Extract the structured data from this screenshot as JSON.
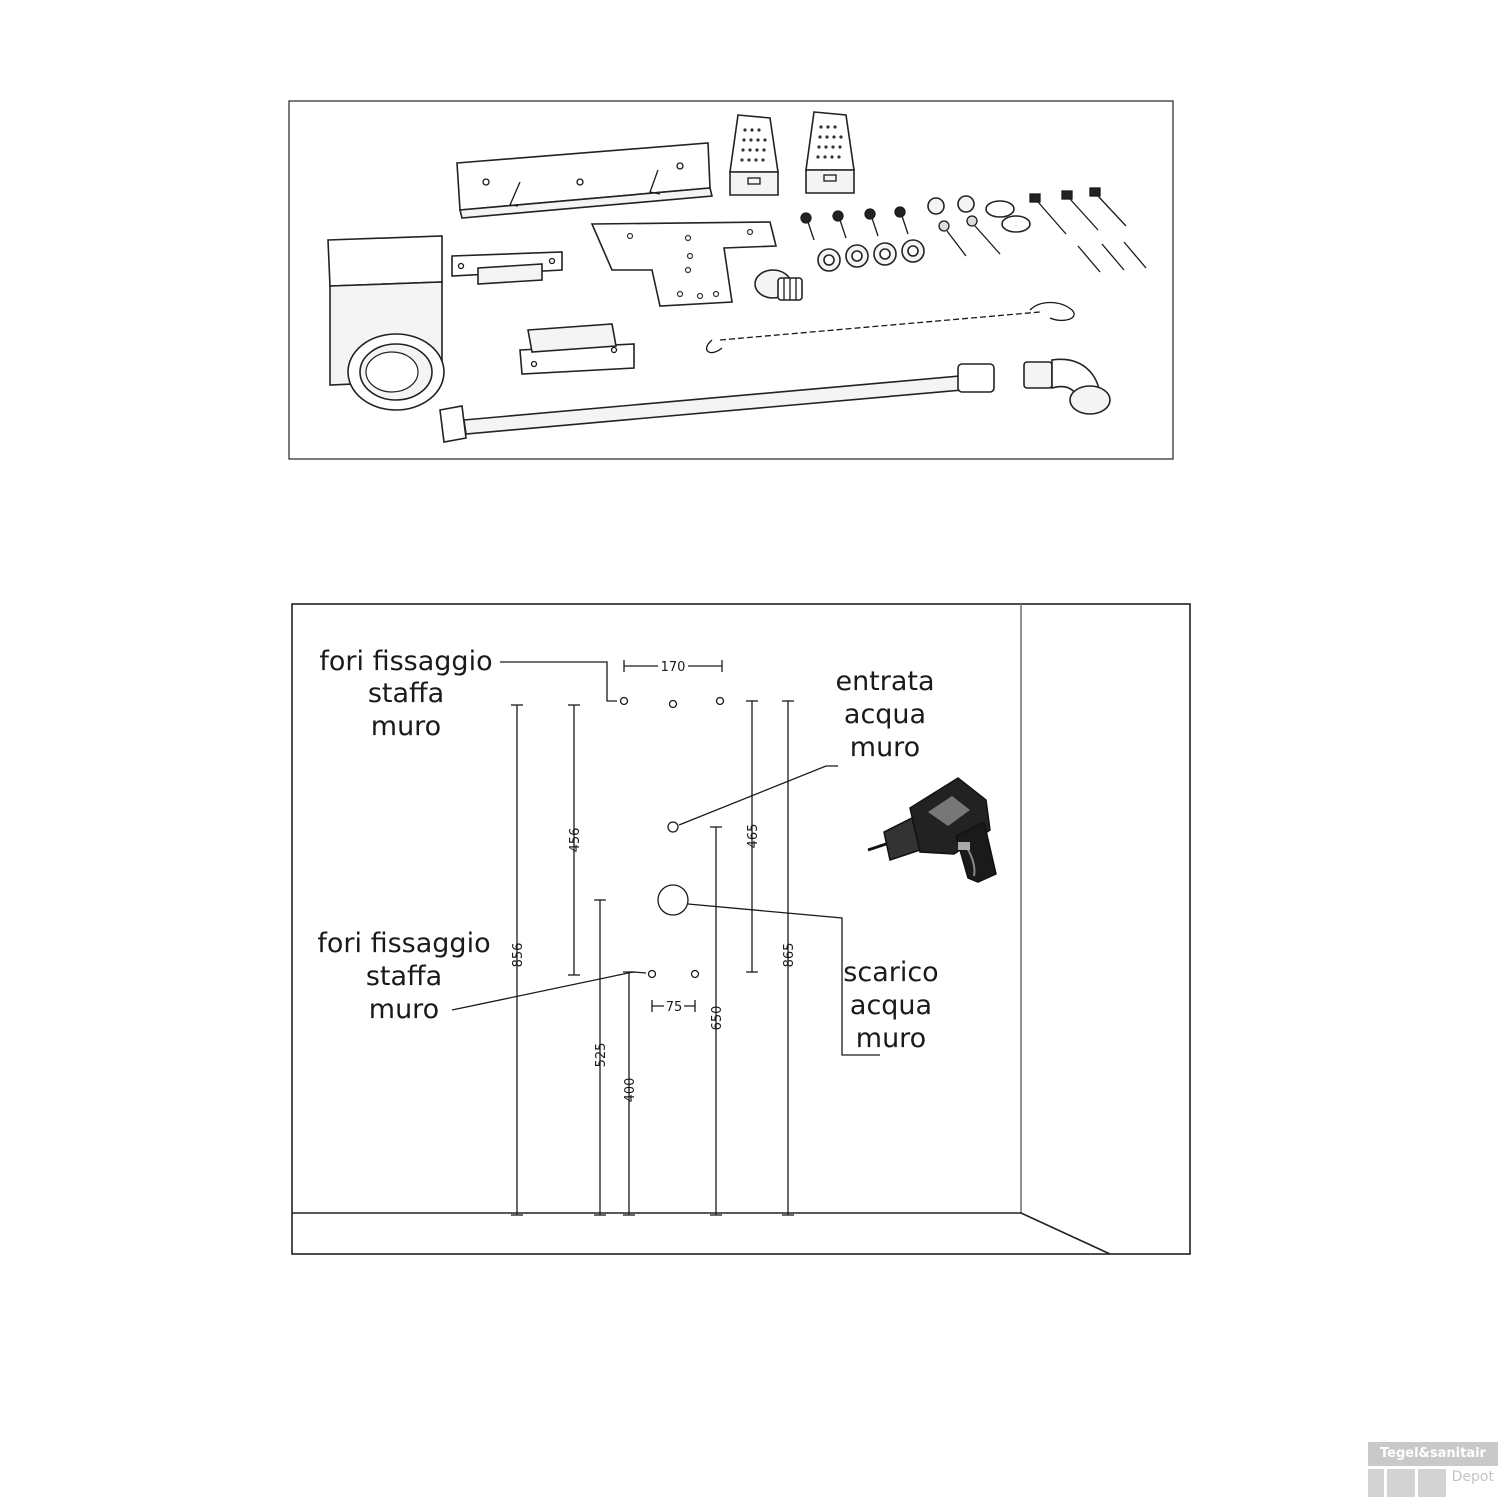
{
  "kit_panel": {
    "parts": [
      "wall-bracket-bar",
      "adjustable-foot-left",
      "adjustable-foot-right",
      "drain-elbow",
      "small-bracket",
      "mounting-plate",
      "bottom-bracket",
      "drain-nut",
      "bolts",
      "washers",
      "screws",
      "wall-plugs",
      "chain",
      "flexible-hose",
      "elbow-fitting"
    ]
  },
  "wall_diagram": {
    "labels": {
      "top_left": [
        "fori fissaggio",
        "staffa",
        "muro"
      ],
      "bottom_left": [
        "fori fissaggio",
        "staffa",
        "muro"
      ],
      "inlet": [
        "entrata",
        "acqua",
        "muro"
      ],
      "drain": [
        "scarico",
        "acqua",
        "muro"
      ]
    },
    "dimensions": {
      "top_spacing": "170",
      "bottom_spacing": "75",
      "d856": "856",
      "d456": "456",
      "d525": "525",
      "d400": "400",
      "d650": "650",
      "d465": "465",
      "d865": "865"
    },
    "drill_icon": "drill-icon"
  },
  "watermark": {
    "title": "Tegel&sanitair",
    "subtitle": "Depot"
  }
}
